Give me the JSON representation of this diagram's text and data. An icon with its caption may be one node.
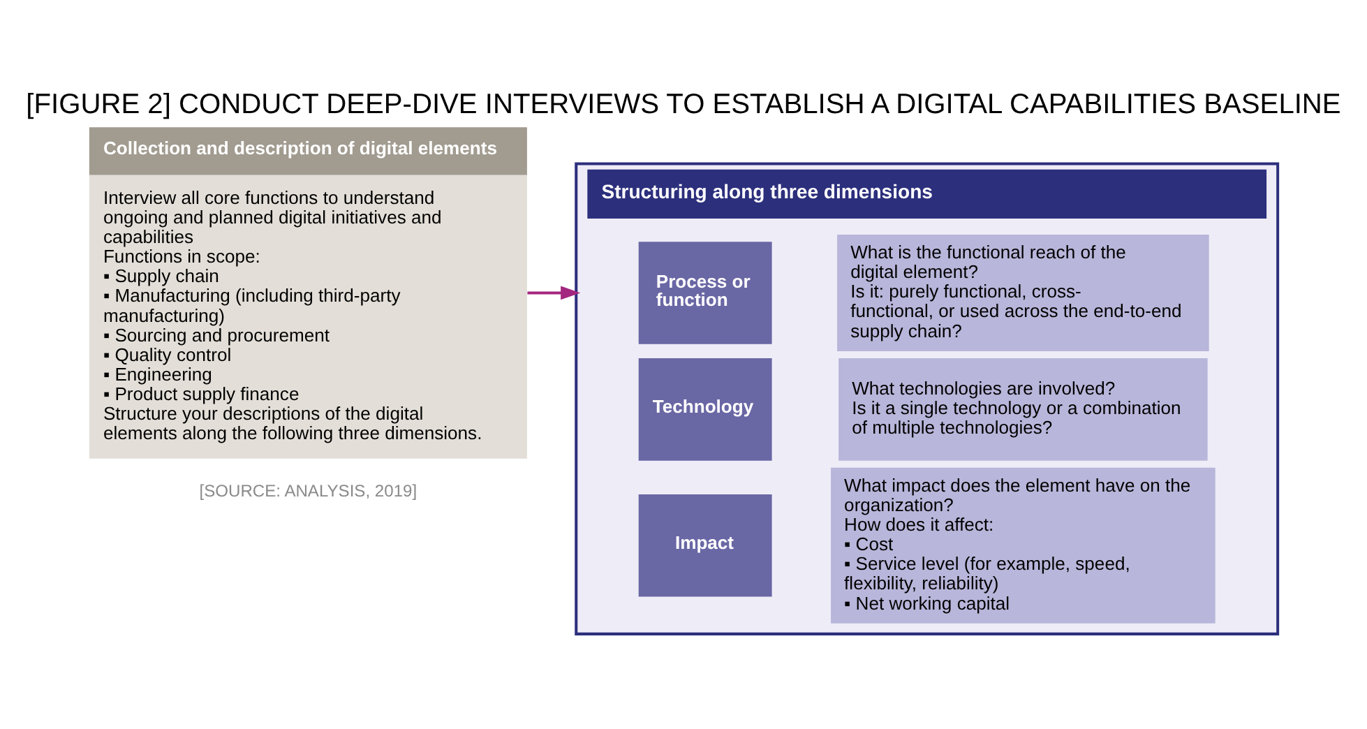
{
  "diagram": {
    "title": "[FIGURE 2] CONDUCT DEEP-DIVE INTERVIEWS TO ESTABLISH A DIGITAL CAPABILITIES BASELINE",
    "nodes": [
      {
        "text": [
          "Collection and description of digital elements",
          "Interview all core functions to understand ongoing and planned digital initiatives and capabilities",
          "Functions in scope:",
          "▪ Supply chain",
          "▪ Manufacturing (including third-party manufacturing)",
          "▪ Sourcing and procurement",
          "▪ Quality control",
          "▪ Engineering",
          "▪ Product supply finance",
          "Structure your descriptions of the digital elements along the following three dimensions."
        ]
      },
      {
        "text": [
          "Structuring along three dimensions"
        ]
      },
      {
        "text": [
          "Process or function"
        ],
        "in": 1
      },
      {
        "text": [
          "What is the functional reach of the digital element?",
          "Is it: purely functional, cross-functional, or used across the end-to-end supply chain?"
        ],
        "in": 1
      },
      {
        "text": [
          "Technology"
        ],
        "in": 1
      },
      {
        "text": [
          "What technologies are involved?",
          "Is it a single technology or a combination of multiple technologies?"
        ],
        "in": 1
      },
      {
        "text": [
          "Impact"
        ],
        "in": 1
      },
      {
        "text": [
          "What impact does the element have on the organization?",
          "How does it affect:",
          "▪ Cost",
          "▪ Service level (for example, speed, flexibility, reliability)",
          "▪ Net working capital"
        ],
        "in": 1
      }
    ],
    "edges": [
      {
        "from": 0,
        "to": 1,
        "arrow": "to"
      }
    ],
    "labels": [
      "[SOURCE: ANALYSIS, 2019]"
    ]
  }
}
